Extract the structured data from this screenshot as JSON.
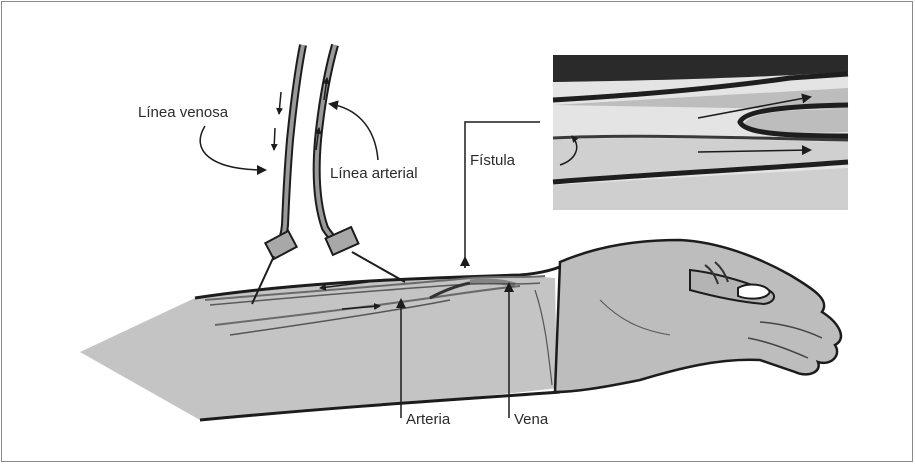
{
  "labels": {
    "venous_line": "Línea venosa",
    "arterial_line": "Línea arterial",
    "fistula": "Fístula",
    "artery": "Arteria",
    "vein": "Vena"
  },
  "colors": {
    "outline": "#1c1c1c",
    "forearm_fill": "#c4c4c4",
    "hand_fill": "#bdbdbd",
    "tube_fill": "#9a9a9a",
    "inset_light": "#cfcfcf",
    "inset_dark": "#222222"
  }
}
